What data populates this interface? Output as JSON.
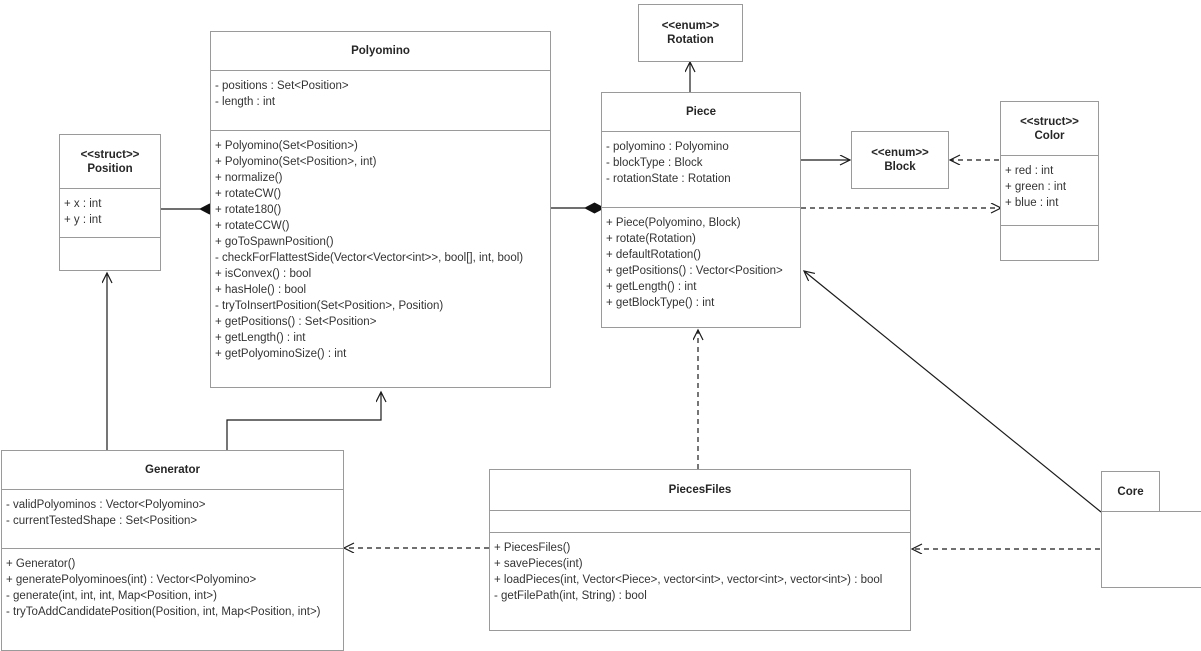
{
  "diagram": {
    "type": "uml-class-diagram",
    "classes": [
      {
        "id": "rotation",
        "name": "Rotation",
        "stereotype": "<<enum>>",
        "attributes": [],
        "methods": []
      },
      {
        "id": "position",
        "name": "Position",
        "stereotype": "<<struct>>",
        "attributes": [
          "+ x : int",
          "+ y : int"
        ],
        "methods": []
      },
      {
        "id": "polyomino",
        "name": "Polyomino",
        "stereotype": "",
        "attributes": [
          "- positions : Set<Position>",
          "- length : int"
        ],
        "methods": [
          "+ Polyomino(Set<Position>)",
          "+ Polyomino(Set<Position>, int)",
          "+ normalize()",
          "+ rotateCW()",
          "+ rotate180()",
          "+ rotateCCW()",
          "+ goToSpawnPosition()",
          "- checkForFlattestSide(Vector<Vector<int>>, bool[], int, bool)",
          "+ isConvex() : bool",
          "+ hasHole() : bool",
          "- tryToInsertPosition(Set<Position>, Position)",
          "+ getPositions() : Set<Position>",
          "+ getLength() : int",
          "+ getPolyominoSize() : int"
        ]
      },
      {
        "id": "piece",
        "name": "Piece",
        "stereotype": "",
        "attributes": [
          "- polyomino : Polyomino",
          "- blockType : Block",
          "- rotationState : Rotation"
        ],
        "methods": [
          "+ Piece(Polyomino, Block)",
          "+ rotate(Rotation)",
          "+ defaultRotation()",
          "+ getPositions() : Vector<Position>",
          "+ getLength() : int",
          "+ getBlockType() : int"
        ]
      },
      {
        "id": "block",
        "name": "Block",
        "stereotype": "<<enum>>",
        "attributes": [],
        "methods": []
      },
      {
        "id": "color",
        "name": "Color",
        "stereotype": "<<struct>>",
        "attributes": [
          "+ red : int",
          "+ green : int",
          "+ blue : int"
        ],
        "methods": []
      },
      {
        "id": "generator",
        "name": "Generator",
        "stereotype": "",
        "attributes": [
          "- validPolyominos : Vector<Polyomino>",
          "- currentTestedShape : Set<Position>"
        ],
        "methods": [
          "+ Generator()",
          "+ generatePolyominoes(int) : Vector<Polyomino>",
          "- generate(int, int, int, Map<Position, int>)",
          "- tryToAddCandidatePosition(Position, int, Map<Position, int>)"
        ]
      },
      {
        "id": "piecesfiles",
        "name": "PiecesFiles",
        "stereotype": "",
        "attributes": [],
        "methods": [
          "+ PiecesFiles()",
          "+ savePieces(int)",
          "+ loadPieces(int, Vector<Piece>, vector<int>, vector<int>, vector<int>) : bool",
          "- getFilePath(int, String) : bool"
        ]
      },
      {
        "id": "core",
        "name": "Core",
        "stereotype": "",
        "attributes": [],
        "methods": []
      }
    ],
    "relationships": [
      {
        "from": "Piece",
        "to": "Rotation",
        "kind": "association-directed"
      },
      {
        "from": "Position",
        "to": "Polyomino",
        "kind": "composition"
      },
      {
        "from": "Polyomino",
        "to": "Piece",
        "kind": "composition"
      },
      {
        "from": "Piece",
        "to": "Block",
        "kind": "association-directed"
      },
      {
        "from": "Color",
        "to": "Block",
        "kind": "dependency"
      },
      {
        "from": "Piece",
        "to": "Color",
        "kind": "dependency"
      },
      {
        "from": "Generator",
        "to": "Position",
        "kind": "association-directed"
      },
      {
        "from": "Generator",
        "to": "Polyomino",
        "kind": "association-directed"
      },
      {
        "from": "PiecesFiles",
        "to": "Piece",
        "kind": "dependency"
      },
      {
        "from": "PiecesFiles",
        "to": "Generator",
        "kind": "dependency"
      },
      {
        "from": "Core",
        "to": "PiecesFiles",
        "kind": "dependency"
      },
      {
        "from": "Core",
        "to": "Piece",
        "kind": "association-directed"
      }
    ]
  },
  "colors": {
    "border": "#9a9a9a",
    "line": "#1a1a1a",
    "text": "#333333",
    "title_text": "#262626",
    "background": "#ffffff"
  }
}
